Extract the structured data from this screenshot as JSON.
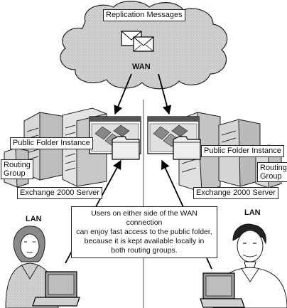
{
  "diagram": {
    "cloud_title": "Replication Messages",
    "wan_label": "WAN",
    "left": {
      "public_folder_label": "Public Folder Instance",
      "routing_group_line1": "Routing",
      "routing_group_line2": "Group",
      "server_label": "Exchange 2000 Server",
      "lan_label": "LAN"
    },
    "right": {
      "public_folder_label": "Public Folder Instance",
      "routing_group_line1": "Routing",
      "routing_group_line2": "Group",
      "server_label": "Exchange 2000 Server",
      "lan_label": "LAN"
    },
    "callout_lines": [
      "Users on either side of the WAN connection",
      "can enjoy fast access to the public folder,",
      "because it is kept available locally in",
      "both routing groups."
    ]
  }
}
